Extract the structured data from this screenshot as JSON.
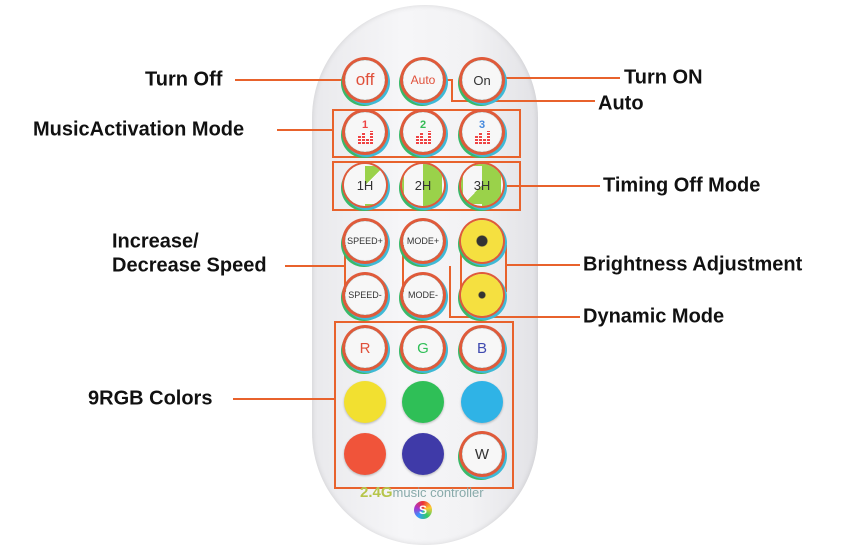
{
  "labels": {
    "turn_off": "Turn Off",
    "turn_on": "Turn ON",
    "auto": "Auto",
    "music": "MusicActivation Mode",
    "timing": "Timing Off Mode",
    "speed_1": "Increase/",
    "speed_2": "Decrease Speed",
    "brightness": "Brightness Adjustment",
    "dynamic": "Dynamic Mode",
    "colors": "9RGB Colors"
  },
  "buttons": {
    "off": "off",
    "auto": "Auto",
    "on": "On",
    "music": [
      "1",
      "2",
      "3"
    ],
    "timer": [
      "1H",
      "2H",
      "3H"
    ],
    "speed_up": "SPEED+",
    "speed_down": "SPEED-",
    "mode_up": "MODE+",
    "mode_down": "MODE-",
    "r": "R",
    "g": "G",
    "b": "B",
    "w": "W"
  },
  "brand": {
    "prefix": "2.4G",
    "suffix": "music controller",
    "logo": "S"
  },
  "colors": {
    "accent": "#e8622c",
    "yellow": "#f2e030",
    "green": "#2fbf57",
    "lightblue": "#2fb3e6",
    "red": "#f0543a",
    "purple": "#3f3aa8"
  }
}
